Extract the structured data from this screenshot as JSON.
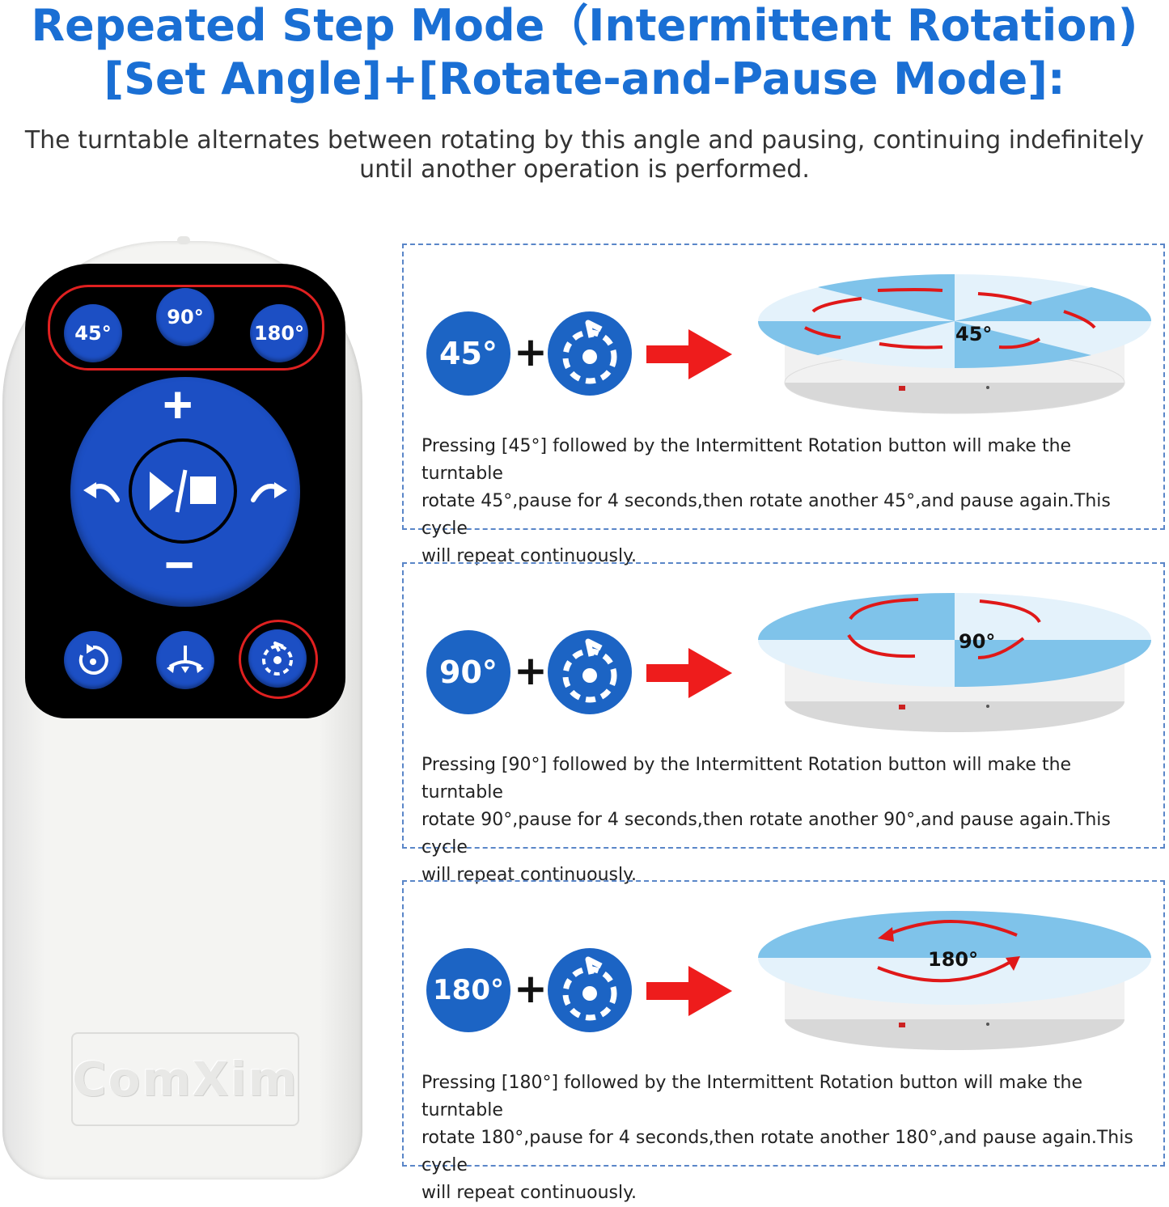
{
  "header": {
    "title_line1": "Repeated Step Mode（Intermittent Rotation)",
    "title_line2": "[Set Angle]+[Rotate-and-Pause Mode]:",
    "subtitle_line1": "The turntable alternates between rotating by this angle and pausing, continuing indefinitely",
    "subtitle_line2": "until another operation is performed."
  },
  "remote": {
    "angle_buttons": [
      "45°",
      "90°",
      "180°"
    ],
    "plus": "+",
    "minus": "−",
    "brand": "ComXim"
  },
  "steps": [
    {
      "angle_label": "45°",
      "plus": "+",
      "turntable_label": "45°",
      "desc_line1": "Pressing [45°] followed by the Intermittent Rotation button will make the turntable",
      "desc_line2": "rotate 45°,pause for 4 seconds,then rotate another 45°,and pause again.This cycle",
      "desc_line3": "will repeat continuously."
    },
    {
      "angle_label": "90°",
      "plus": "+",
      "turntable_label": "90°",
      "desc_line1": "Pressing [90°] followed by the Intermittent Rotation button will make the turntable",
      "desc_line2": "rotate 90°,pause for 4 seconds,then rotate another 90°,and pause again.This cycle",
      "desc_line3": "will repeat continuously."
    },
    {
      "angle_label": "180°",
      "plus": "+",
      "turntable_label": "180°",
      "desc_line1": "Pressing [180°] followed by the Intermittent Rotation button will make the turntable",
      "desc_line2": "rotate 180°,pause for 4 seconds,then rotate another 180°,and pause again.This cycle",
      "desc_line3": "will repeat continuously."
    }
  ],
  "colors": {
    "title_blue": "#1a6fd4",
    "button_blue": "#1c4fc4",
    "badge_blue": "#1c64c4",
    "highlight_red": "#e02020",
    "sector_blue": "#7fc3ea",
    "sector_light": "#e4f2fb"
  }
}
